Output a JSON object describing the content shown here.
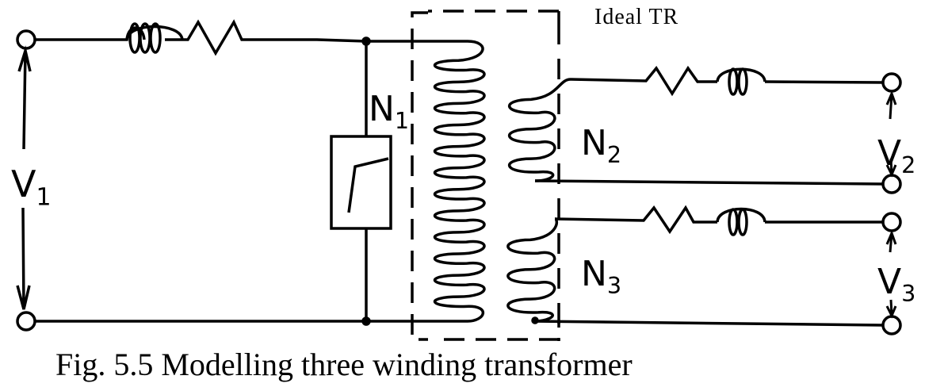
{
  "figure": {
    "caption": "Fig. 5.5 Modelling three winding transformer",
    "ideal_label": "Ideal TR",
    "labels": {
      "v1": {
        "main": "V",
        "sub": "1"
      },
      "v2": {
        "main": "V",
        "sub": "2"
      },
      "v3": {
        "main": "V",
        "sub": "3"
      },
      "n1": {
        "main": "N",
        "sub": "1"
      },
      "n2": {
        "main": "N",
        "sub": "2"
      },
      "n3": {
        "main": "N",
        "sub": "3"
      }
    },
    "primary_turns_drawn": 12,
    "secondary_turns_drawn": 3
  }
}
